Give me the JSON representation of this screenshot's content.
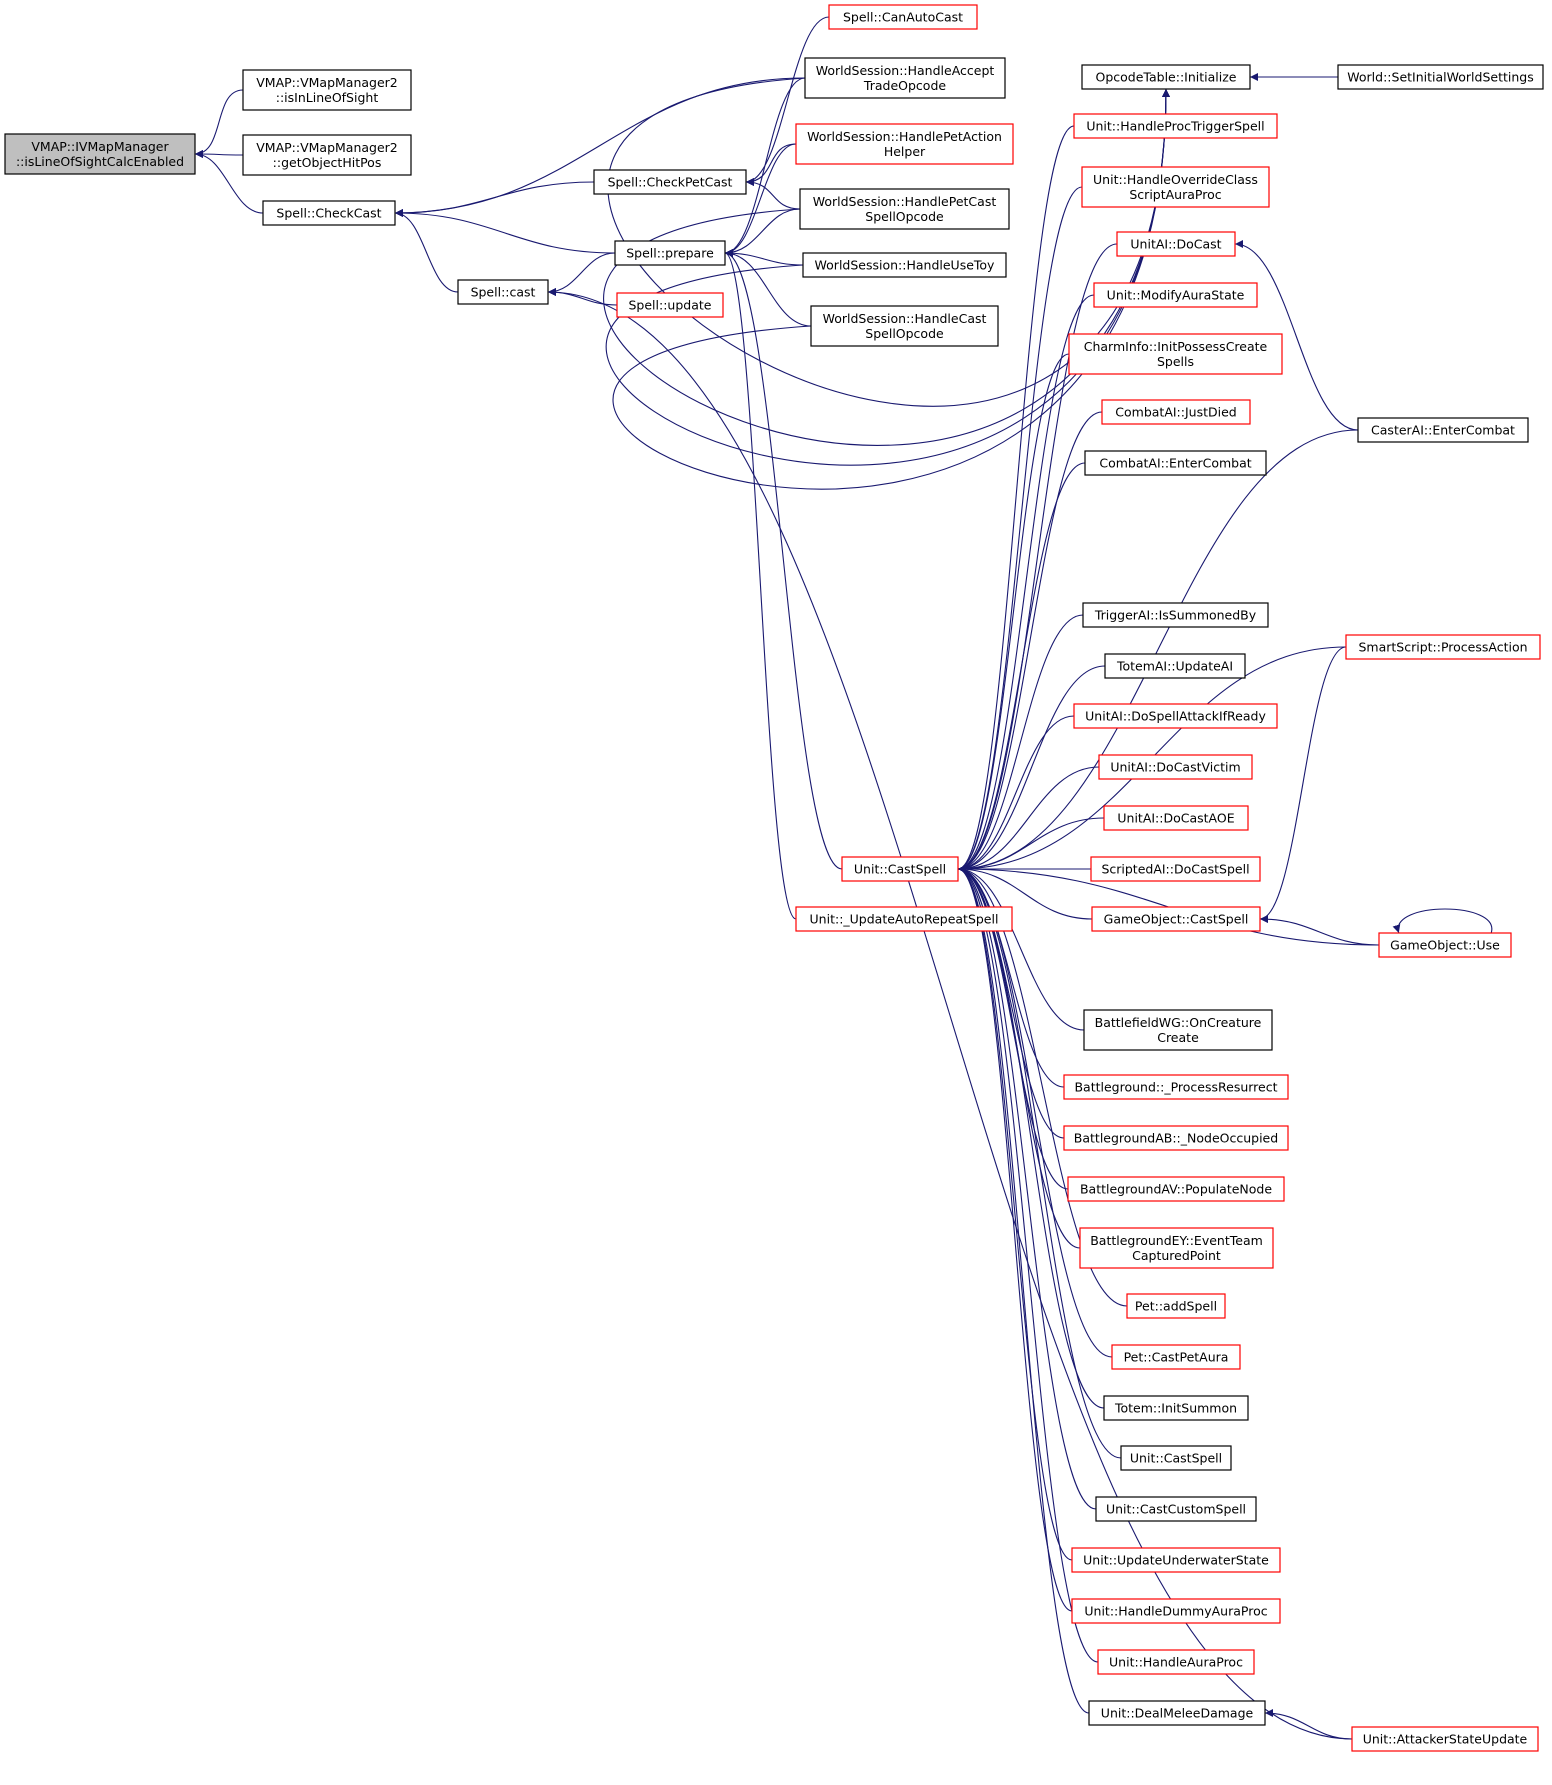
{
  "colors": {
    "edge": "#191970",
    "node_fill": "#ffffff",
    "node_black": "#000000",
    "node_red": "#ff0000",
    "root_fill": "#bfbfbf"
  },
  "nodes": {
    "root": {
      "lines": [
        "VMAP::IVMapManager",
        "::isLineOfSightCalcEnabled"
      ],
      "style": "root"
    },
    "vm_isinlos": {
      "lines": [
        "VMAP::VMapManager2",
        "::isInLineOfSight"
      ],
      "style": "black"
    },
    "vm_gethitpos": {
      "lines": [
        "VMAP::VMapManager2",
        "::getObjectHitPos"
      ],
      "style": "black"
    },
    "checkcast": {
      "lines": [
        "Spell::CheckCast"
      ],
      "style": "black"
    },
    "cast": {
      "lines": [
        "Spell::cast"
      ],
      "style": "black"
    },
    "checkpetcast": {
      "lines": [
        "Spell::CheckPetCast"
      ],
      "style": "black"
    },
    "prepare": {
      "lines": [
        "Spell::prepare"
      ],
      "style": "black"
    },
    "update": {
      "lines": [
        "Spell::update"
      ],
      "style": "red"
    },
    "canautocast": {
      "lines": [
        "Spell::CanAutoCast"
      ],
      "style": "red"
    },
    "ws_accepttrade": {
      "lines": [
        "WorldSession::HandleAccept",
        "TradeOpcode"
      ],
      "style": "black"
    },
    "ws_petaction": {
      "lines": [
        "WorldSession::HandlePetAction",
        "Helper"
      ],
      "style": "red"
    },
    "ws_petcast": {
      "lines": [
        "WorldSession::HandlePetCast",
        "SpellOpcode"
      ],
      "style": "black"
    },
    "ws_usetoy": {
      "lines": [
        "WorldSession::HandleUseToy"
      ],
      "style": "black"
    },
    "ws_castspell": {
      "lines": [
        "WorldSession::HandleCast",
        "SpellOpcode"
      ],
      "style": "black"
    },
    "unit_castspell": {
      "lines": [
        "Unit::CastSpell"
      ],
      "style": "red"
    },
    "autorepeat": {
      "lines": [
        "Unit::_UpdateAutoRepeatSpell"
      ],
      "style": "red"
    },
    "opcodetable": {
      "lines": [
        "OpcodeTable::Initialize"
      ],
      "style": "black"
    },
    "world_settings": {
      "lines": [
        "World::SetInitialWorldSettings"
      ],
      "style": "black"
    },
    "proctrigger": {
      "lines": [
        "Unit::HandleProcTriggerSpell"
      ],
      "style": "red"
    },
    "overrideclass": {
      "lines": [
        "Unit::HandleOverrideClass",
        "ScriptAuraProc"
      ],
      "style": "red"
    },
    "unitai_docast": {
      "lines": [
        "UnitAI::DoCast"
      ],
      "style": "red"
    },
    "modifyaura": {
      "lines": [
        "Unit::ModifyAuraState"
      ],
      "style": "red"
    },
    "charminfo": {
      "lines": [
        "CharmInfo::InitPossessCreate",
        "Spells"
      ],
      "style": "red"
    },
    "combatai_died": {
      "lines": [
        "CombatAI::JustDied"
      ],
      "style": "red"
    },
    "combatai_enter": {
      "lines": [
        "CombatAI::EnterCombat"
      ],
      "style": "black"
    },
    "casterai_enter": {
      "lines": [
        "CasterAI::EnterCombat"
      ],
      "style": "black"
    },
    "triggerai": {
      "lines": [
        "TriggerAI::IsSummonedBy"
      ],
      "style": "black"
    },
    "totemai": {
      "lines": [
        "TotemAI::UpdateAI"
      ],
      "style": "black"
    },
    "dospellattack": {
      "lines": [
        "UnitAI::DoSpellAttackIfReady"
      ],
      "style": "red"
    },
    "docastvictim": {
      "lines": [
        "UnitAI::DoCastVictim"
      ],
      "style": "red"
    },
    "docastaoe": {
      "lines": [
        "UnitAI::DoCastAOE"
      ],
      "style": "red"
    },
    "scriptedai": {
      "lines": [
        "ScriptedAI::DoCastSpell"
      ],
      "style": "red"
    },
    "go_castspell": {
      "lines": [
        "GameObject::CastSpell"
      ],
      "style": "red"
    },
    "smartscript": {
      "lines": [
        "SmartScript::ProcessAction"
      ],
      "style": "red"
    },
    "go_use": {
      "lines": [
        "GameObject::Use"
      ],
      "style": "red"
    },
    "bfwg": {
      "lines": [
        "BattlefieldWG::OnCreature",
        "Create"
      ],
      "style": "black"
    },
    "bg_resurrect": {
      "lines": [
        "Battleground::_ProcessResurrect"
      ],
      "style": "red"
    },
    "bgab": {
      "lines": [
        "BattlegroundAB::_NodeOccupied"
      ],
      "style": "red"
    },
    "bgav": {
      "lines": [
        "BattlegroundAV::PopulateNode"
      ],
      "style": "red"
    },
    "bgey": {
      "lines": [
        "BattlegroundEY::EventTeam",
        "CapturedPoint"
      ],
      "style": "red"
    },
    "pet_addspell": {
      "lines": [
        "Pet::addSpell"
      ],
      "style": "red"
    },
    "pet_castaura": {
      "lines": [
        "Pet::CastPetAura"
      ],
      "style": "red"
    },
    "totem_init": {
      "lines": [
        "Totem::InitSummon"
      ],
      "style": "black"
    },
    "unit_castspell2": {
      "lines": [
        "Unit::CastSpell"
      ],
      "style": "black"
    },
    "castcustom": {
      "lines": [
        "Unit::CastCustomSpell"
      ],
      "style": "black"
    },
    "underwater": {
      "lines": [
        "Unit::UpdateUnderwaterState"
      ],
      "style": "red"
    },
    "dummyaura": {
      "lines": [
        "Unit::HandleDummyAuraProc"
      ],
      "style": "red"
    },
    "handleaura": {
      "lines": [
        "Unit::HandleAuraProc"
      ],
      "style": "red"
    },
    "dealmelee": {
      "lines": [
        "Unit::DealMeleeDamage"
      ],
      "style": "black"
    },
    "attackerstate": {
      "lines": [
        "Unit::AttackerStateUpdate"
      ],
      "style": "red"
    }
  },
  "edges": [
    [
      "vm_isinlos",
      "root"
    ],
    [
      "vm_gethitpos",
      "root"
    ],
    [
      "checkcast",
      "root"
    ],
    [
      "checkpetcast",
      "checkcast"
    ],
    [
      "prepare",
      "checkcast"
    ],
    [
      "cast",
      "checkcast"
    ],
    [
      "ws_accepttrade",
      "checkcast"
    ],
    [
      "prepare",
      "cast"
    ],
    [
      "update",
      "cast"
    ],
    [
      "attackerstate",
      "cast"
    ],
    [
      "canautocast",
      "checkpetcast"
    ],
    [
      "ws_petaction",
      "checkpetcast"
    ],
    [
      "ws_petcast",
      "checkpetcast"
    ],
    [
      "ws_accepttrade",
      "prepare"
    ],
    [
      "ws_petaction",
      "prepare"
    ],
    [
      "ws_petcast",
      "prepare"
    ],
    [
      "ws_usetoy",
      "prepare"
    ],
    [
      "ws_castspell",
      "prepare"
    ],
    [
      "unit_castspell",
      "prepare"
    ],
    [
      "autorepeat",
      "prepare"
    ],
    [
      "ws_accepttrade",
      "opcodetable"
    ],
    [
      "ws_petcast",
      "opcodetable"
    ],
    [
      "ws_usetoy",
      "opcodetable"
    ],
    [
      "ws_castspell",
      "opcodetable"
    ],
    [
      "world_settings",
      "opcodetable"
    ],
    [
      "casterai_enter",
      "unitai_docast"
    ],
    [
      "smartscript",
      "go_castspell"
    ],
    [
      "go_use",
      "go_castspell"
    ],
    [
      "go_use",
      "go_use"
    ],
    [
      "attackerstate",
      "dealmelee"
    ],
    [
      "proctrigger",
      "unit_castspell"
    ],
    [
      "overrideclass",
      "unit_castspell"
    ],
    [
      "unitai_docast",
      "unit_castspell"
    ],
    [
      "modifyaura",
      "unit_castspell"
    ],
    [
      "charminfo",
      "unit_castspell"
    ],
    [
      "combatai_died",
      "unit_castspell"
    ],
    [
      "combatai_enter",
      "unit_castspell"
    ],
    [
      "casterai_enter",
      "unit_castspell"
    ],
    [
      "smartscript",
      "unit_castspell"
    ],
    [
      "triggerai",
      "unit_castspell"
    ],
    [
      "totemai",
      "unit_castspell"
    ],
    [
      "dospellattack",
      "unit_castspell"
    ],
    [
      "docastvictim",
      "unit_castspell"
    ],
    [
      "docastaoe",
      "unit_castspell"
    ],
    [
      "scriptedai",
      "unit_castspell"
    ],
    [
      "go_castspell",
      "unit_castspell"
    ],
    [
      "go_use",
      "unit_castspell"
    ],
    [
      "bfwg",
      "unit_castspell"
    ],
    [
      "bg_resurrect",
      "unit_castspell"
    ],
    [
      "bgab",
      "unit_castspell"
    ],
    [
      "bgav",
      "unit_castspell"
    ],
    [
      "bgey",
      "unit_castspell"
    ],
    [
      "pet_addspell",
      "unit_castspell"
    ],
    [
      "pet_castaura",
      "unit_castspell"
    ],
    [
      "totem_init",
      "unit_castspell"
    ],
    [
      "unit_castspell2",
      "unit_castspell"
    ],
    [
      "castcustom",
      "unit_castspell"
    ],
    [
      "underwater",
      "unit_castspell"
    ],
    [
      "dummyaura",
      "unit_castspell"
    ],
    [
      "handleaura",
      "unit_castspell"
    ],
    [
      "dealmelee",
      "unit_castspell"
    ]
  ]
}
